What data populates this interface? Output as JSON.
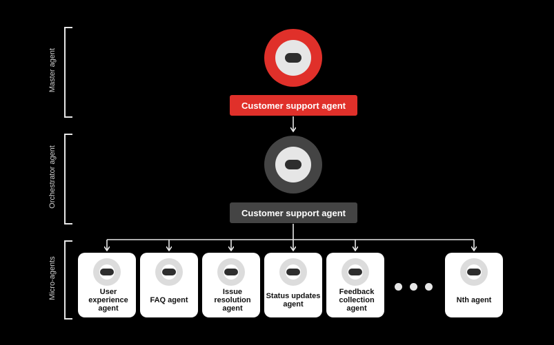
{
  "tiers": [
    {
      "label": "Master agent"
    },
    {
      "label": "Orchestrator agent"
    },
    {
      "label": "Micro-agents"
    }
  ],
  "master": {
    "label": "Customer support agent",
    "icon": "robot-face-icon",
    "color": "#e0302a"
  },
  "orchestrator": {
    "label": "Customer support agent",
    "icon": "robot-face-icon",
    "color": "#444444"
  },
  "micro_agents": [
    {
      "label": "User experience agent"
    },
    {
      "label": "FAQ agent"
    },
    {
      "label": "Issue resolution agent"
    },
    {
      "label": "Status updates agent"
    },
    {
      "label": "Feedback collection agent"
    },
    {
      "label": "Nth agent"
    }
  ],
  "ellipsis": "more agents"
}
